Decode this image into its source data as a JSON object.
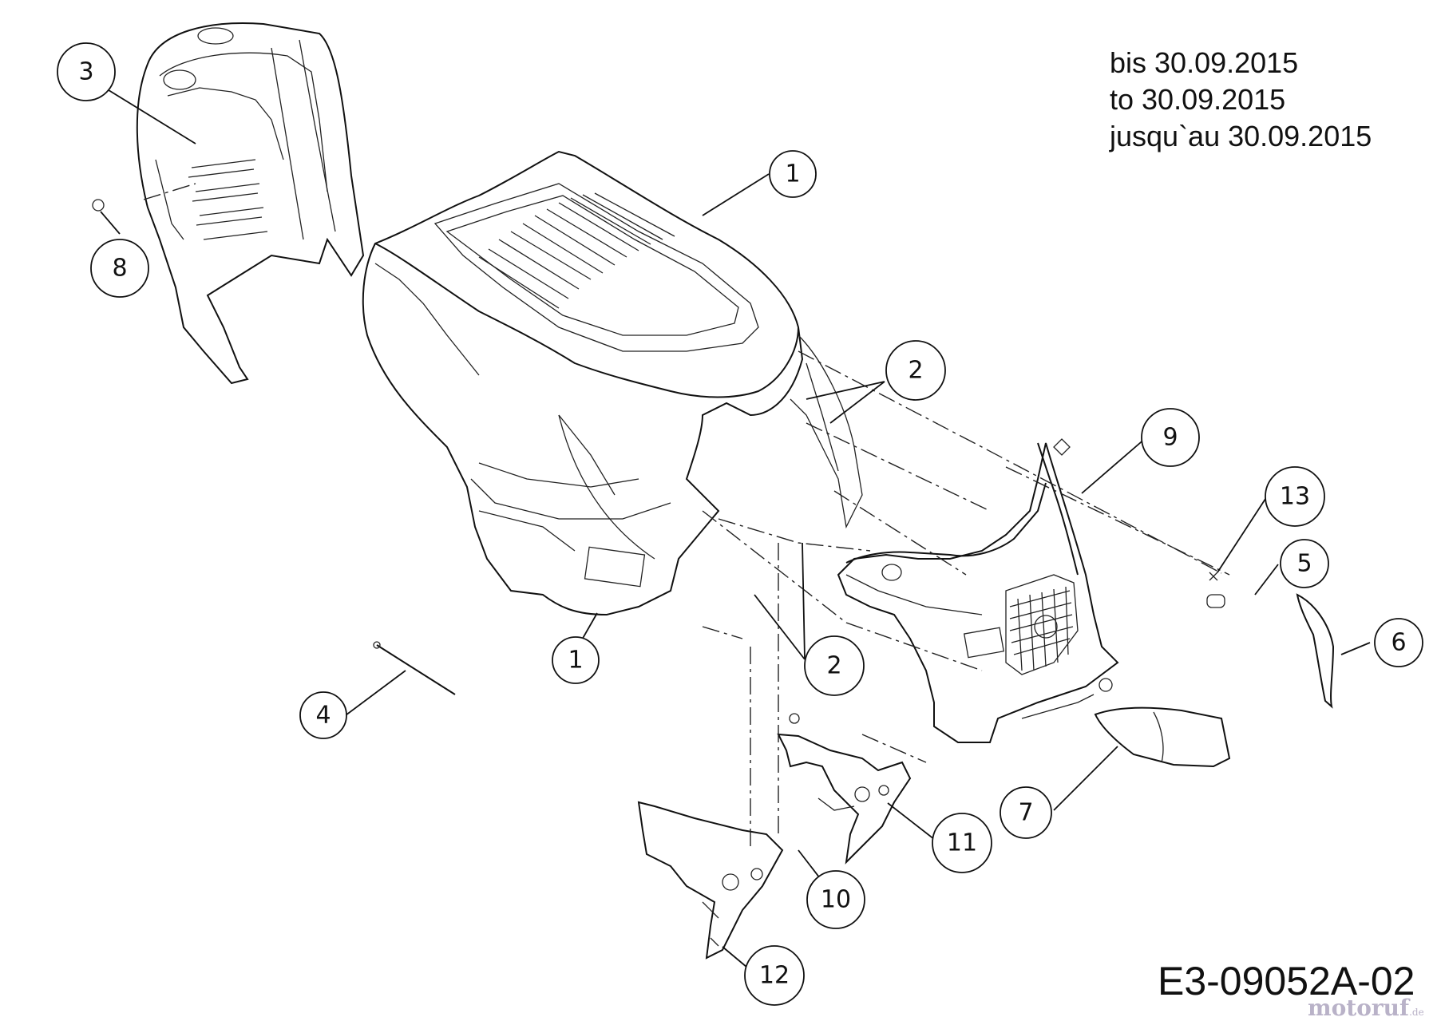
{
  "validity_lines": [
    "bis 30.09.2015",
    "to 30.09.2015",
    "jusqu`au 30.09.2015"
  ],
  "drawing_number": "E3-09052A-02",
  "watermark": {
    "main": "motoruf",
    "suffix": ".de"
  },
  "callouts": [
    {
      "id": "c1a",
      "label": "1"
    },
    {
      "id": "c1b",
      "label": "1"
    },
    {
      "id": "c2a",
      "label": "2"
    },
    {
      "id": "c2b",
      "label": "2"
    },
    {
      "id": "c3",
      "label": "3"
    },
    {
      "id": "c4",
      "label": "4"
    },
    {
      "id": "c5",
      "label": "5"
    },
    {
      "id": "c6",
      "label": "6"
    },
    {
      "id": "c7",
      "label": "7"
    },
    {
      "id": "c8",
      "label": "8"
    },
    {
      "id": "c9",
      "label": "9"
    },
    {
      "id": "c10",
      "label": "10"
    },
    {
      "id": "c11",
      "label": "11"
    },
    {
      "id": "c12",
      "label": "12"
    },
    {
      "id": "c13",
      "label": "13"
    }
  ]
}
